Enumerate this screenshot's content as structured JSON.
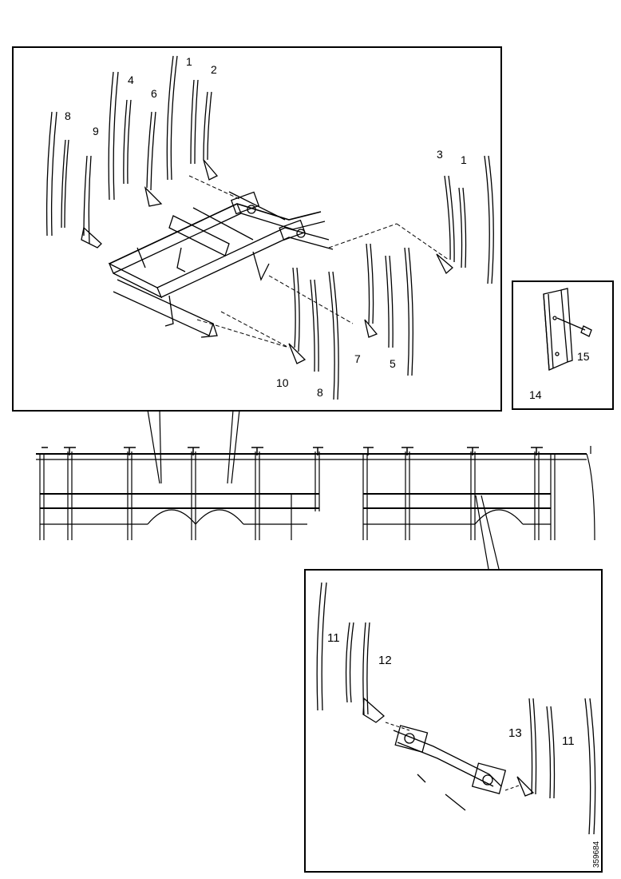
{
  "labels": {
    "top": {
      "p1a": "1",
      "p2": "2",
      "p4": "4",
      "p6": "6",
      "p8a": "8",
      "p9": "9",
      "p3": "3",
      "p1b": "1",
      "p7": "7",
      "p5": "5",
      "p10": "10",
      "p8b": "8"
    },
    "small": {
      "p14": "14",
      "p15": "15"
    },
    "bottom": {
      "p11a": "11",
      "p12": "12",
      "p13": "13",
      "p11b": "11"
    }
  },
  "document_number": "359684"
}
